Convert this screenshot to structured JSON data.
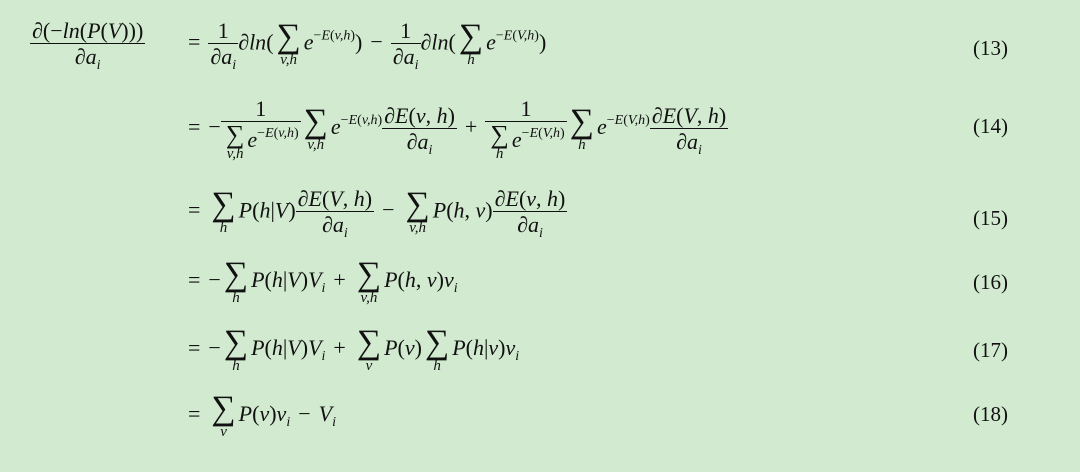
{
  "equations": [
    {
      "number": "(13)"
    },
    {
      "number": "(14)"
    },
    {
      "number": "(15)"
    },
    {
      "number": "(16)"
    },
    {
      "number": "(17)"
    },
    {
      "number": "(18)"
    }
  ]
}
